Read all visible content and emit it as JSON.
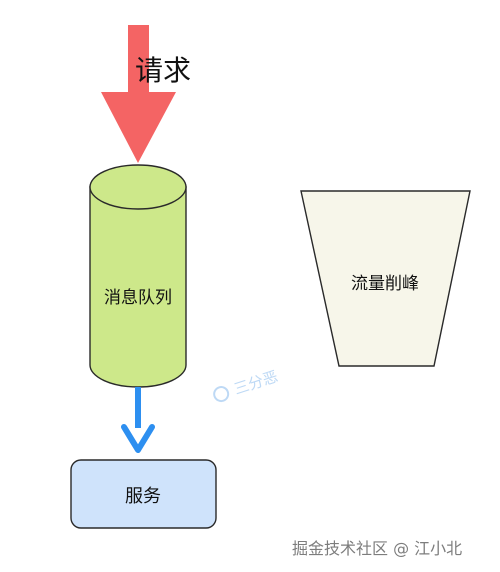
{
  "diagram": {
    "request_label": "请求",
    "queue_label": "消息队列",
    "peak_label": "流量削峰",
    "service_label": "服务",
    "watermark_center": "三分恶",
    "watermark_footer": "掘金技术社区 @ 江小北"
  },
  "colors": {
    "request_arrow": "#f46464",
    "queue_fill": "#cde88a",
    "peak_fill": "#f7f6ea",
    "service_fill": "#cfe3fb",
    "service_arrow": "#2d8ff0",
    "stroke": "#2a2a2a"
  }
}
